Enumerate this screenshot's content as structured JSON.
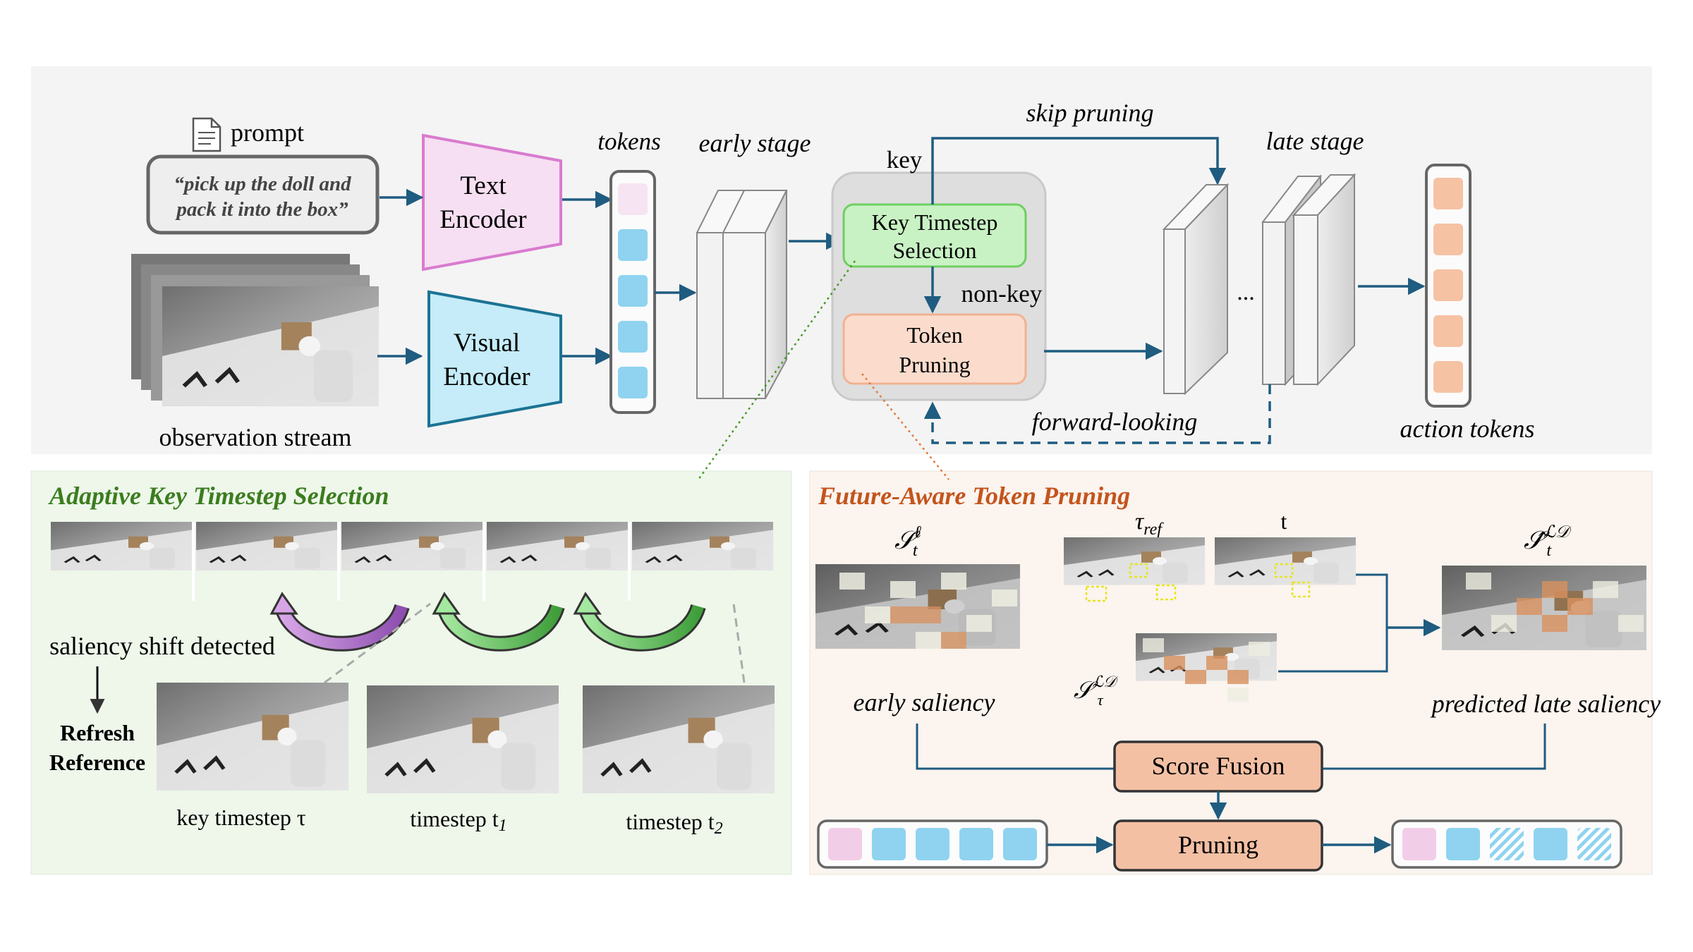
{
  "top": {
    "prompt_label": "prompt",
    "prompt_text_line1": "“pick up the doll and",
    "prompt_text_line2": "pack it into the box”",
    "text_encoder_line1": "Text",
    "text_encoder_line2": "Encoder",
    "visual_encoder_line1": "Visual",
    "visual_encoder_line2": "Encoder",
    "observation_label": "observation stream",
    "tokens_label": "tokens",
    "early_stage_label": "early stage",
    "late_stage_label": "late stage",
    "skip_pruning_label": "skip pruning",
    "key_label": "key",
    "non_key_label": "non-key",
    "key_ts_line1": "Key Timestep",
    "key_ts_line2": "Selection",
    "token_pruning_line1": "Token",
    "token_pruning_line2": "Pruning",
    "forward_looking_label": "forward-looking",
    "ellipsis": "...",
    "action_tokens_label": "action tokens"
  },
  "left_panel": {
    "title": "Adaptive Key Timestep Selection",
    "saliency_shift": "saliency shift detected",
    "refresh_line1": "Refresh",
    "refresh_line2": "Reference",
    "key_timestep": "key timestep τ",
    "timestep_t1": "timestep t",
    "timestep_t1_sub": "1",
    "timestep_t2": "timestep t",
    "timestep_t2_sub": "2"
  },
  "right_panel": {
    "title": "Future-Aware Token Pruning",
    "s_early_symbol": "𝒮",
    "s_early_sup": "ℓ",
    "s_early_sub": "t",
    "tau_ref": "τ",
    "tau_ref_sub": "ref",
    "t_label": "t",
    "s_tau_symbol": "𝒮",
    "s_tau_sup": "ℒ𝒟",
    "s_tau_sub": "τ",
    "s_pred_symbol": "𝒮̂",
    "s_pred_sup": "ℒ𝒟",
    "s_pred_sub": "t",
    "early_saliency": "early saliency",
    "predicted_saliency": "predicted late saliency",
    "score_fusion": "Score Fusion",
    "pruning": "Pruning"
  },
  "colors": {
    "arrow": "#1f5c80",
    "token_blue": "#8fd3f0",
    "token_pink": "#f2cde8",
    "action_orange": "#f6c2a4",
    "green_title": "#3b7d1f",
    "orange_title": "#c4541c",
    "fusion_fill": "#f4c0a4"
  }
}
